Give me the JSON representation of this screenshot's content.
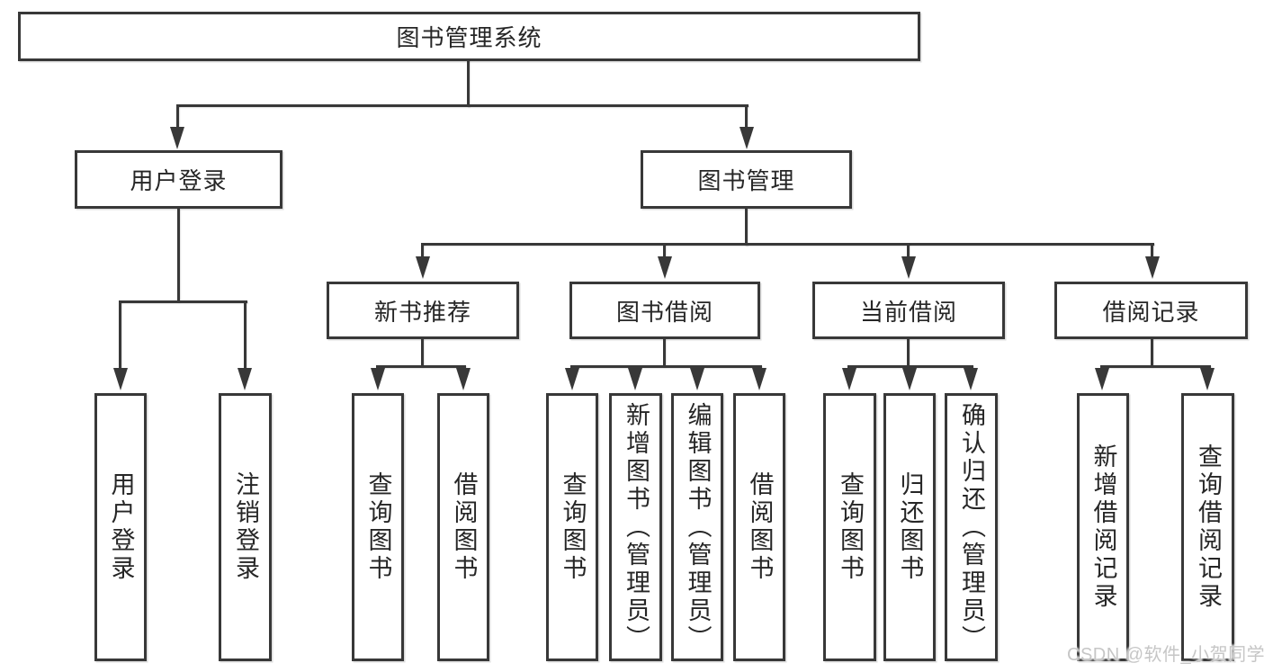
{
  "diagram": {
    "title": "图书管理系统",
    "branches": [
      {
        "label": "用户登录",
        "children": [
          {
            "label": "用户登录"
          },
          {
            "label": "注销登录"
          }
        ]
      },
      {
        "label": "图书管理",
        "children": [
          {
            "label": "新书推荐",
            "children": [
              {
                "label": "查询图书"
              },
              {
                "label": "借阅图书"
              }
            ]
          },
          {
            "label": "图书借阅",
            "children": [
              {
                "label": "查询图书"
              },
              {
                "label": "新增图书（管理员）"
              },
              {
                "label": "编辑图书（管理员）"
              },
              {
                "label": "借阅图书"
              }
            ]
          },
          {
            "label": "当前借阅",
            "children": [
              {
                "label": "查询图书"
              },
              {
                "label": "归还图书"
              },
              {
                "label": "确认归还（管理员）"
              }
            ]
          },
          {
            "label": "借阅记录",
            "children": [
              {
                "label": "新增借阅记录"
              },
              {
                "label": "查询借阅记录"
              }
            ]
          }
        ]
      }
    ]
  },
  "watermark": {
    "text": "CSDN @软件_小贺同学"
  },
  "colors": {
    "line": "#383838",
    "text": "#262626",
    "watermark": "#c6c6c6",
    "background": "#ffffff"
  }
}
